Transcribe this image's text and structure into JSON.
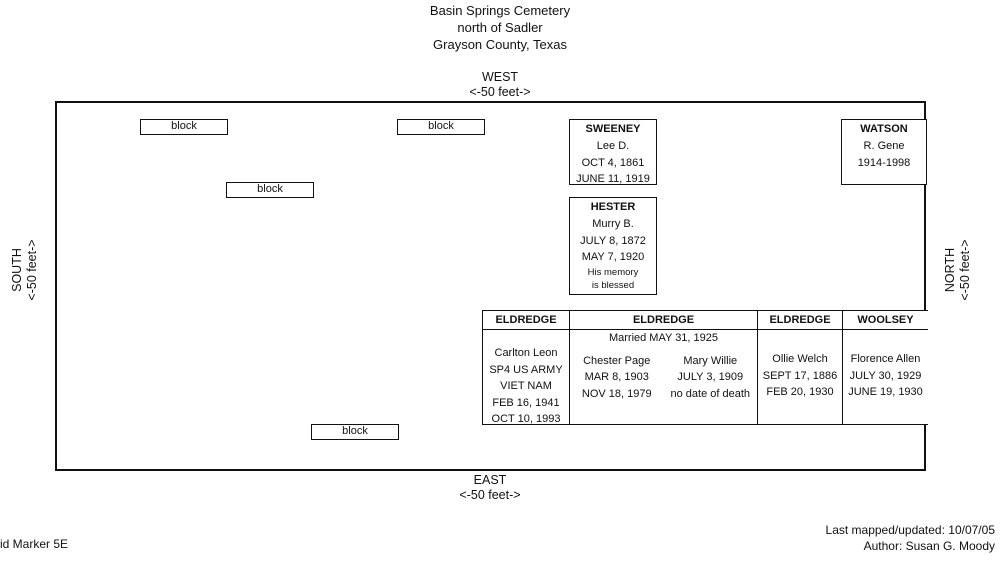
{
  "header": {
    "line1": "Basin Springs Cemetery",
    "line2": "north of Sadler",
    "line3": "Grayson County, Texas"
  },
  "directions": {
    "west": "WEST",
    "west_scale": "<-50 feet->",
    "east": "EAST",
    "east_scale": "<-50 feet->",
    "south": "SOUTH",
    "south_scale": "<-50 feet->",
    "north": "NORTH",
    "north_scale": "<-50 feet->"
  },
  "blocks": [
    "block",
    "block",
    "block",
    "block"
  ],
  "graves": {
    "sweeney": {
      "surname": "SWEENEY",
      "given": "Lee D.",
      "born": "OCT 4, 1861",
      "died": "JUNE 11, 1919"
    },
    "watson": {
      "surname": "WATSON",
      "given": "R. Gene",
      "dates": "1914-1998"
    },
    "hester": {
      "surname": "HESTER",
      "given": "Murry B.",
      "born": "JULY 8, 1872",
      "died": "MAY 7, 1920",
      "epitaph": "His memory is blessed"
    },
    "eldredge_carlton": {
      "surname": "ELDREDGE",
      "given": "Carlton Leon",
      "line1": "SP4 US ARMY",
      "line2": "VIET NAM",
      "born": "FEB 16, 1941",
      "died": "OCT 10, 1993"
    },
    "eldredge_couple": {
      "surname": "ELDREDGE",
      "married": "Married MAY 31, 1925",
      "left": {
        "given": "Chester Page",
        "born": "MAR 8, 1903",
        "died": "NOV 18, 1979"
      },
      "right": {
        "given": "Mary Willie",
        "born": "JULY 3, 1909",
        "died": "no date of death"
      }
    },
    "eldredge_ollie": {
      "surname": "ELDREDGE",
      "given": "Ollie Welch",
      "born": "SEPT 17, 1886",
      "died": "FEB 20, 1930"
    },
    "woolsey": {
      "surname": "WOOLSEY",
      "given": "Florence Allen",
      "born": "JULY 30, 1929",
      "died": "JUNE 19, 1930"
    }
  },
  "footer": {
    "left": "id Marker 5E",
    "updated": "Last mapped/updated: 10/07/05",
    "author": "Author: Susan G. Moody"
  }
}
